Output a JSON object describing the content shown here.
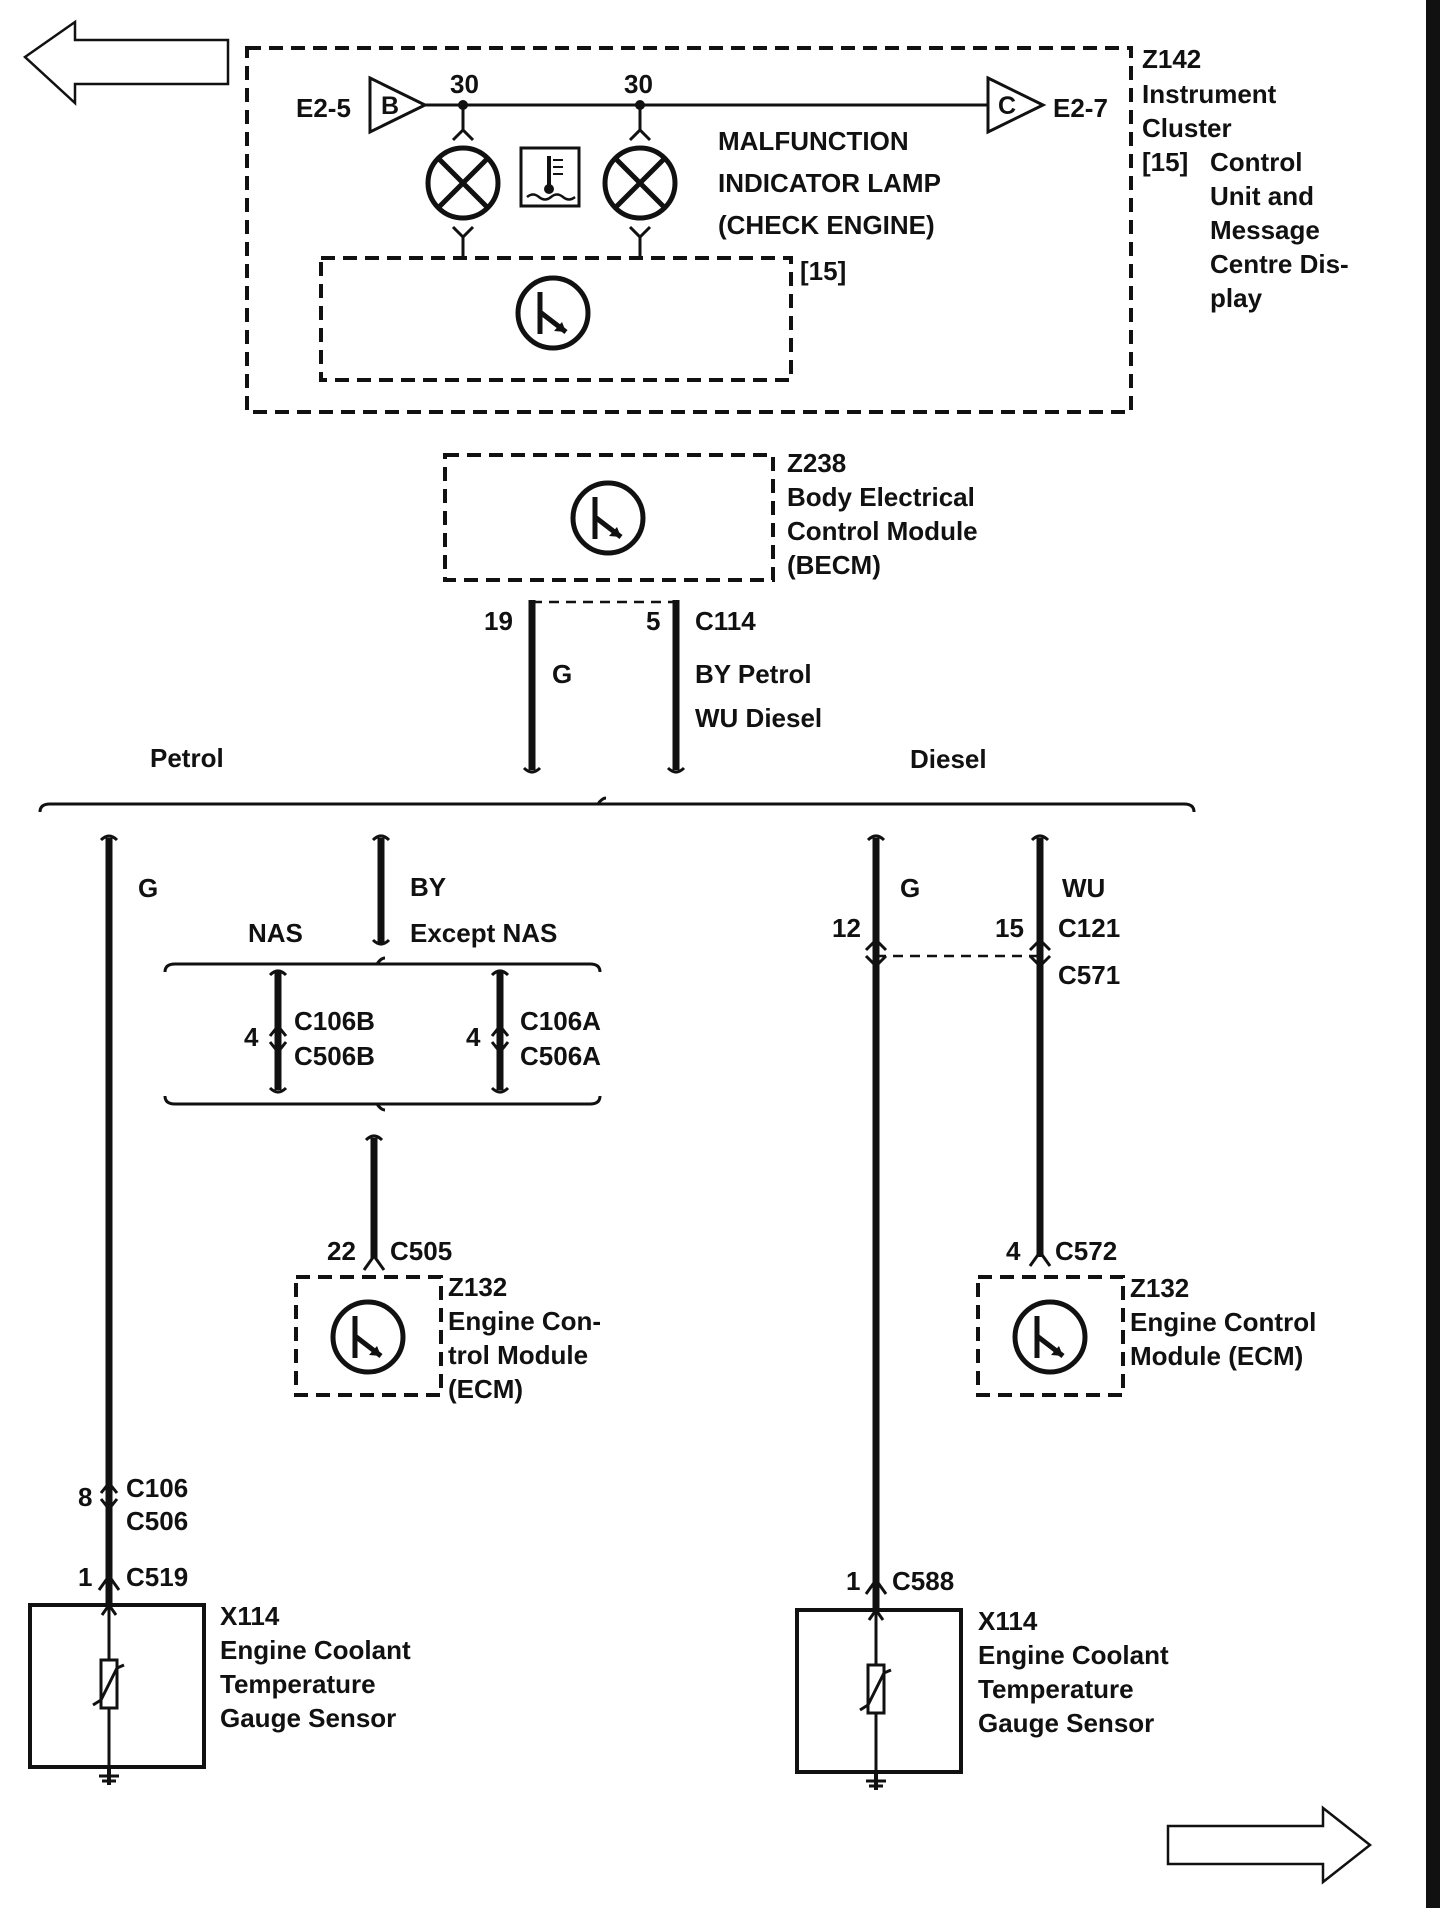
{
  "instrument_cluster": {
    "ref": "Z142",
    "name_line1": "Instrument",
    "name_line2": "Cluster",
    "sub_ref": "[15]",
    "sub_line1": "Control",
    "sub_line2": "Unit and",
    "sub_line3": "Message",
    "sub_line4": "Centre Dis-",
    "sub_line5": "play",
    "inner_ref": "[15]",
    "left_pin": "E2-5",
    "right_pin": "E2-7",
    "left_letter": "B",
    "right_letter": "C",
    "node_left": "30",
    "node_right": "30",
    "lamp_line1": "MALFUNCTION",
    "lamp_line2": "INDICATOR LAMP",
    "lamp_line3": "(CHECK ENGINE)"
  },
  "becm": {
    "ref": "Z238",
    "line1": "Body Electrical",
    "line2": "Control Module",
    "line3": "(BECM)",
    "pin_left": "19",
    "pin_right": "5",
    "connector": "C114",
    "wire_left": "G",
    "wire_right_1": "BY  Petrol",
    "wire_right_2": "WU  Diesel"
  },
  "branches": {
    "petrol": "Petrol",
    "diesel": "Diesel"
  },
  "petrol_side": {
    "wire_g": "G",
    "wire_by": "BY",
    "nas": "NAS",
    "except_nas": "Except NAS",
    "pin_b": "4",
    "conn_b1": "C106B",
    "conn_b2": "C506B",
    "pin_a": "4",
    "conn_a1": "C106A",
    "conn_a2": "C506A",
    "ecm_pin": "22",
    "ecm_conn": "C505",
    "ecm_ref": "Z132",
    "ecm_line1": "Engine Con-",
    "ecm_line2": "trol Module",
    "ecm_line3": "(ECM)",
    "inline_pin": "8",
    "inline_conn1": "C106",
    "inline_conn2": "C506",
    "sensor_pin": "1",
    "sensor_conn": "C519",
    "sensor_ref": "X114",
    "sensor_line1": "Engine Coolant",
    "sensor_line2": "Temperature",
    "sensor_line3": "Gauge Sensor"
  },
  "diesel_side": {
    "wire_g": "G",
    "wire_wu": "WU",
    "pin_g": "12",
    "pin_wu": "15",
    "conn1": "C121",
    "conn2": "C571",
    "ecm_pin": "4",
    "ecm_conn": "C572",
    "ecm_ref": "Z132",
    "ecm_line1": "Engine Control",
    "ecm_line2": "Module (ECM)",
    "sensor_pin": "1",
    "sensor_conn": "C588",
    "sensor_ref": "X114",
    "sensor_line1": "Engine Coolant",
    "sensor_line2": "Temperature",
    "sensor_line3": "Gauge Sensor"
  }
}
